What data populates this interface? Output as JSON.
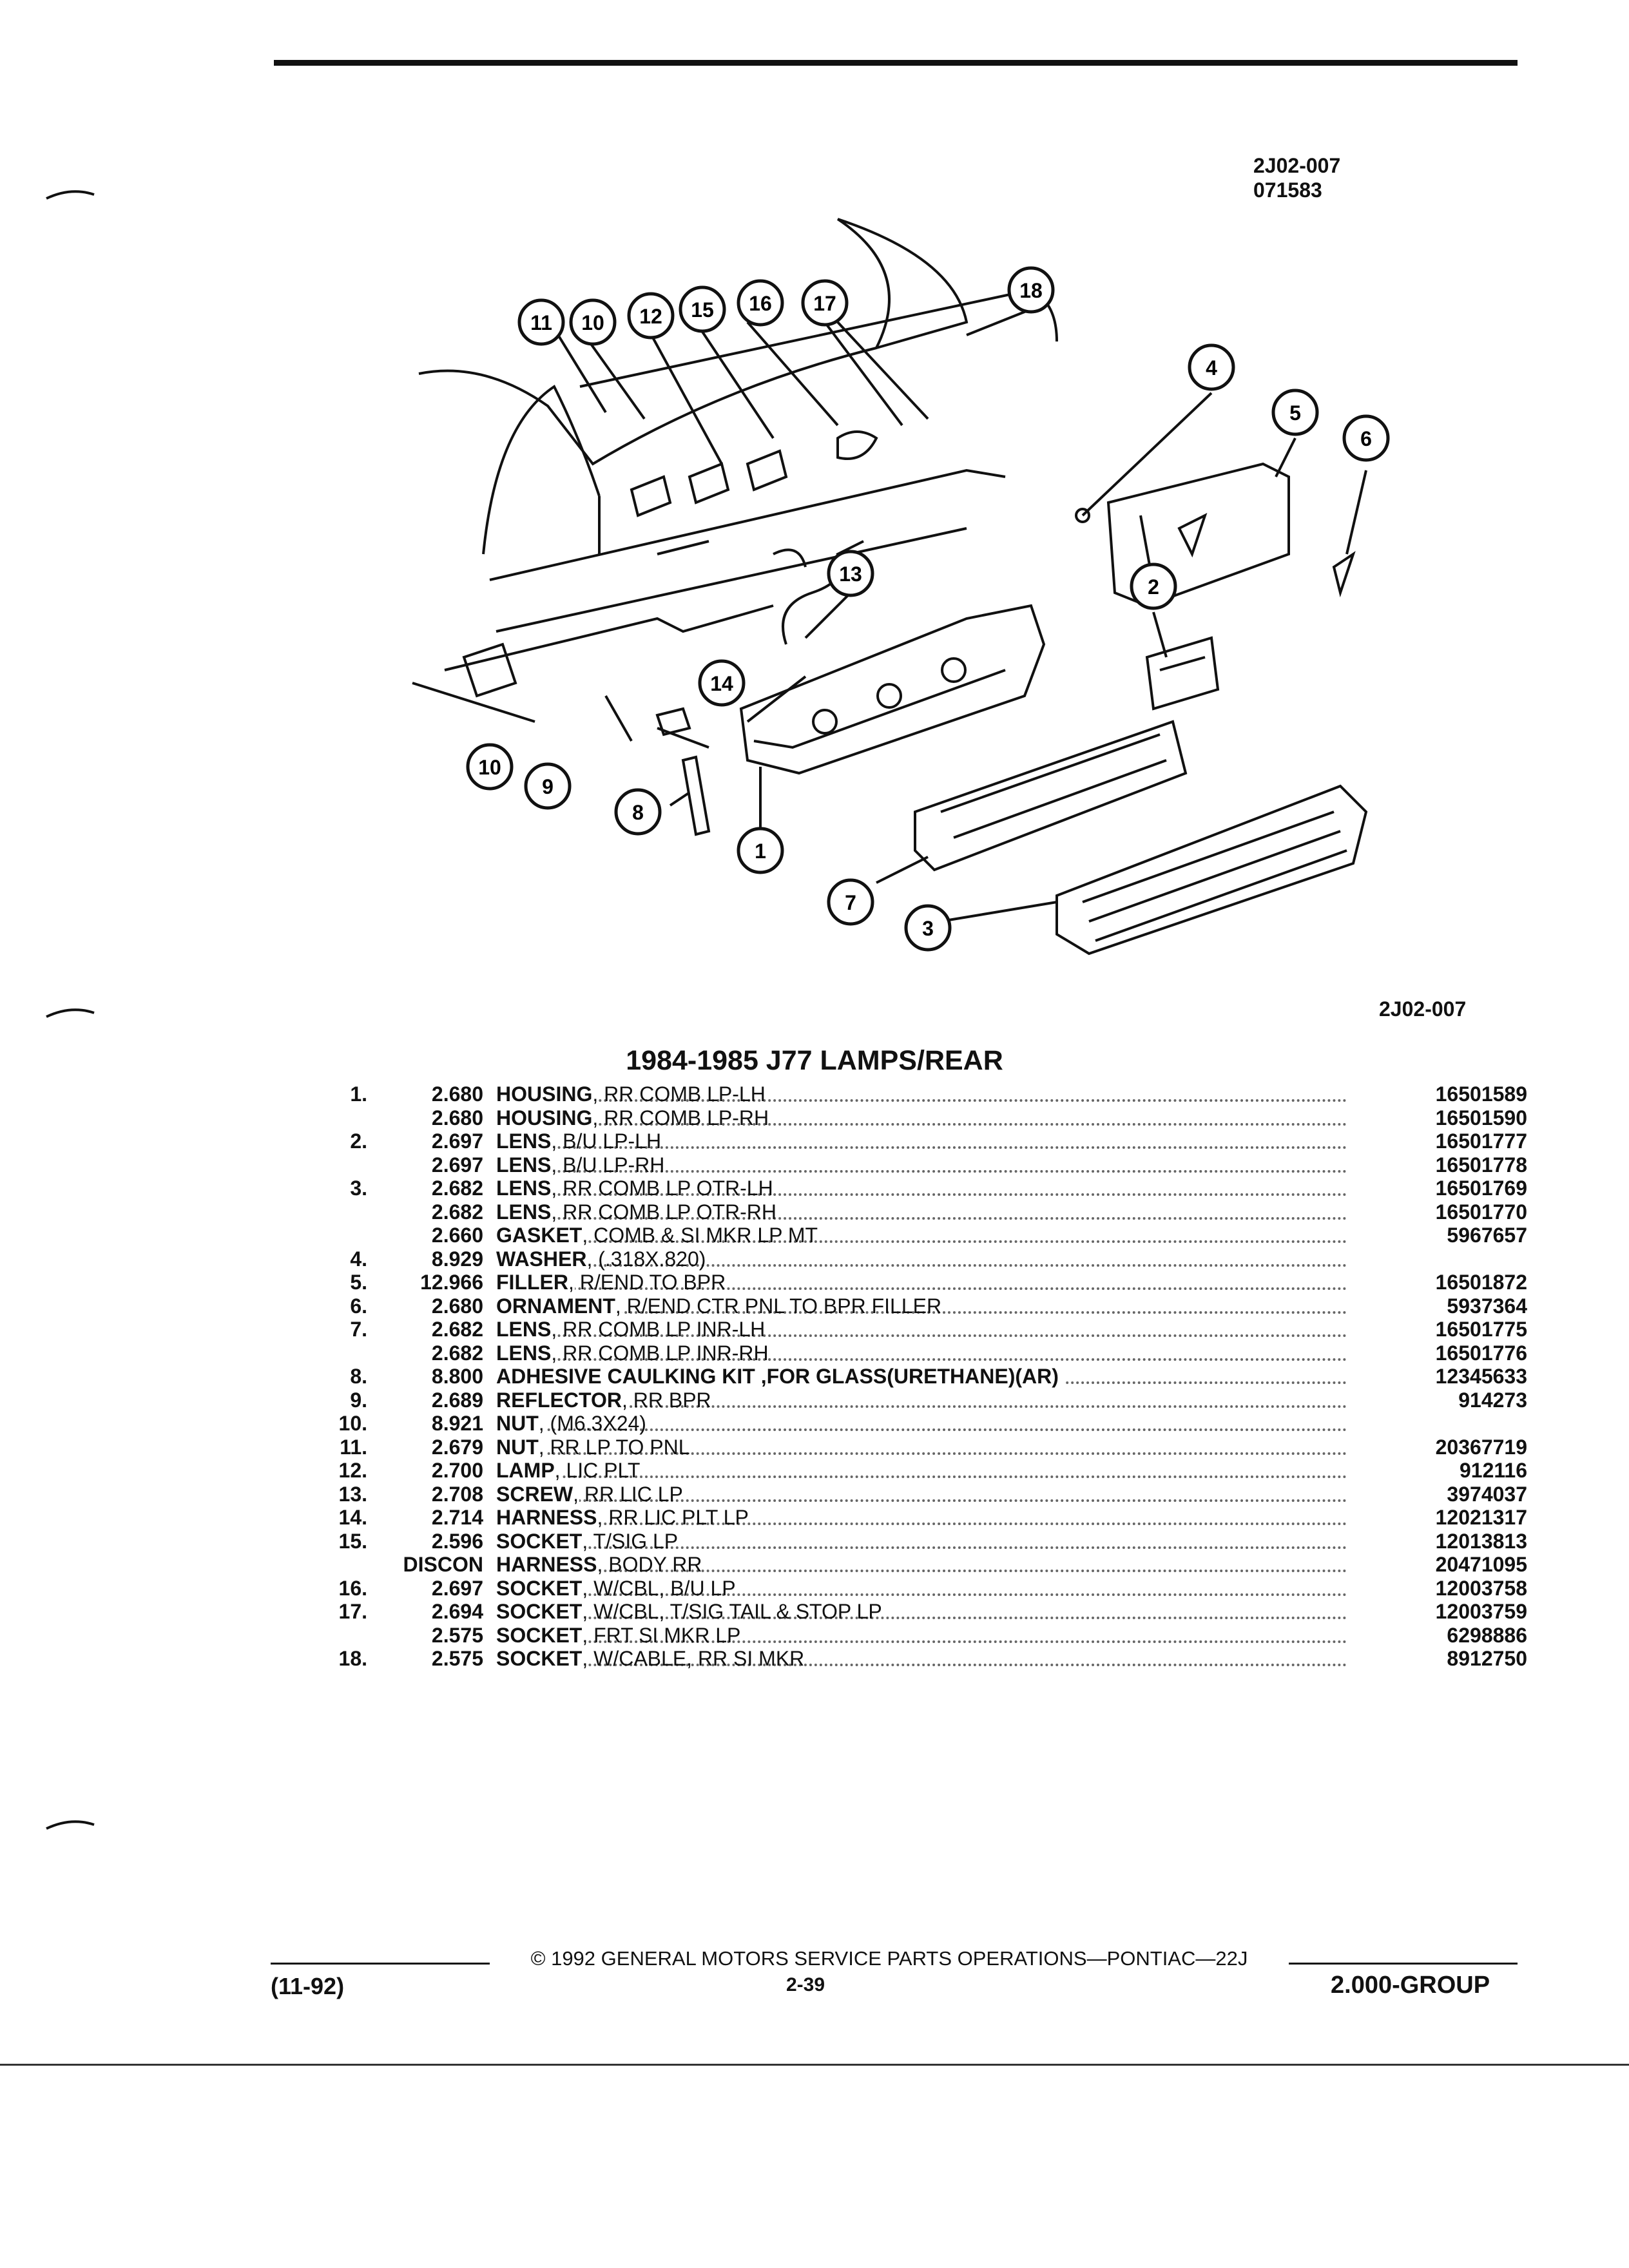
{
  "figure": {
    "id": "2J02-007",
    "date_code": "071583",
    "id_bottom": "2J02-007",
    "callouts": [
      "1",
      "2",
      "3",
      "4",
      "5",
      "6",
      "7",
      "8",
      "9",
      "10",
      "10",
      "11",
      "12",
      "13",
      "14",
      "15",
      "16",
      "17",
      "18"
    ]
  },
  "section_title": "1984-1985 J77 LAMPS/REAR",
  "parts": [
    {
      "item": "1.",
      "code": "2.680",
      "name": "HOUSING",
      "desc": ", RR COMB LP-LH",
      "part": "16501589"
    },
    {
      "item": "",
      "code": "2.680",
      "name": "HOUSING",
      "desc": ", RR COMB LP-RH",
      "part": "16501590"
    },
    {
      "item": "2.",
      "code": "2.697",
      "name": "LENS",
      "desc": ", B/U LP-LH",
      "part": "16501777"
    },
    {
      "item": "",
      "code": "2.697",
      "name": "LENS",
      "desc": ", B/U LP-RH",
      "part": "16501778"
    },
    {
      "item": "3.",
      "code": "2.682",
      "name": "LENS",
      "desc": ", RR COMB LP OTR-LH",
      "part": "16501769"
    },
    {
      "item": "",
      "code": "2.682",
      "name": "LENS",
      "desc": ", RR COMB LP OTR-RH",
      "part": "16501770"
    },
    {
      "item": "",
      "code": "2.660",
      "name": "GASKET",
      "desc": ", COMB & SI MKR LP MT",
      "part": "5967657"
    },
    {
      "item": "4.",
      "code": "8.929",
      "name": "WASHER",
      "desc": ", (.318X.820)",
      "part": ""
    },
    {
      "item": "5.",
      "code": "12.966",
      "name": "FILLER",
      "desc": ", R/END TO BPR",
      "part": "16501872"
    },
    {
      "item": "6.",
      "code": "2.680",
      "name": "ORNAMENT",
      "desc": ", R/END CTR PNL TO BPR FILLER",
      "part": "5937364"
    },
    {
      "item": "7.",
      "code": "2.682",
      "name": "LENS",
      "desc": ", RR COMB LP INR-LH",
      "part": "16501775"
    },
    {
      "item": "",
      "code": "2.682",
      "name": "LENS",
      "desc": ", RR COMB LP INR-RH",
      "part": "16501776"
    },
    {
      "item": "8.",
      "code": "8.800",
      "name": "ADHESIVE CAULKING KIT ,FOR GLASS(URETHANE)(AR)",
      "desc": "",
      "part": "12345633"
    },
    {
      "item": "9.",
      "code": "2.689",
      "name": "REFLECTOR",
      "desc": ", RR BPR",
      "part": "914273"
    },
    {
      "item": "10.",
      "code": "8.921",
      "name": "NUT",
      "desc": ", (M6.3X24)",
      "part": ""
    },
    {
      "item": "11.",
      "code": "2.679",
      "name": "NUT",
      "desc": ", RR LP TO PNL",
      "part": "20367719"
    },
    {
      "item": "12.",
      "code": "2.700",
      "name": "LAMP",
      "desc": ", LIC PLT",
      "part": "912116"
    },
    {
      "item": "13.",
      "code": "2.708",
      "name": "SCREW",
      "desc": ", RR LIC LP",
      "part": "3974037"
    },
    {
      "item": "14.",
      "code": "2.714",
      "name": "HARNESS",
      "desc": ", RR LIC PLT LP",
      "part": "12021317"
    },
    {
      "item": "15.",
      "code": "2.596",
      "name": "SOCKET",
      "desc": ", T/SIG LP",
      "part": "12013813"
    },
    {
      "item": "",
      "code": "DISCON",
      "name": "HARNESS",
      "desc": ", BODY RR",
      "part": "20471095"
    },
    {
      "item": "16.",
      "code": "2.697",
      "name": "SOCKET",
      "desc": ", W/CBL, B/U LP",
      "part": "12003758"
    },
    {
      "item": "17.",
      "code": "2.694",
      "name": "SOCKET",
      "desc": ", W/CBL, T/SIG TAIL & STOP LP",
      "part": "12003759"
    },
    {
      "item": "",
      "code": "2.575",
      "name": "SOCKET",
      "desc": ", FRT SI MKR LP",
      "part": "6298886"
    },
    {
      "item": "18.",
      "code": "2.575",
      "name": "SOCKET",
      "desc": ", W/CABLE, RR SI MKR",
      "part": "8912750"
    }
  ],
  "footer": {
    "copyright": "© 1992 GENERAL MOTORS SERVICE PARTS OPERATIONS—PONTIAC—22J",
    "date": "(11-92)",
    "page": "2-39",
    "group": "2.000-GROUP"
  }
}
